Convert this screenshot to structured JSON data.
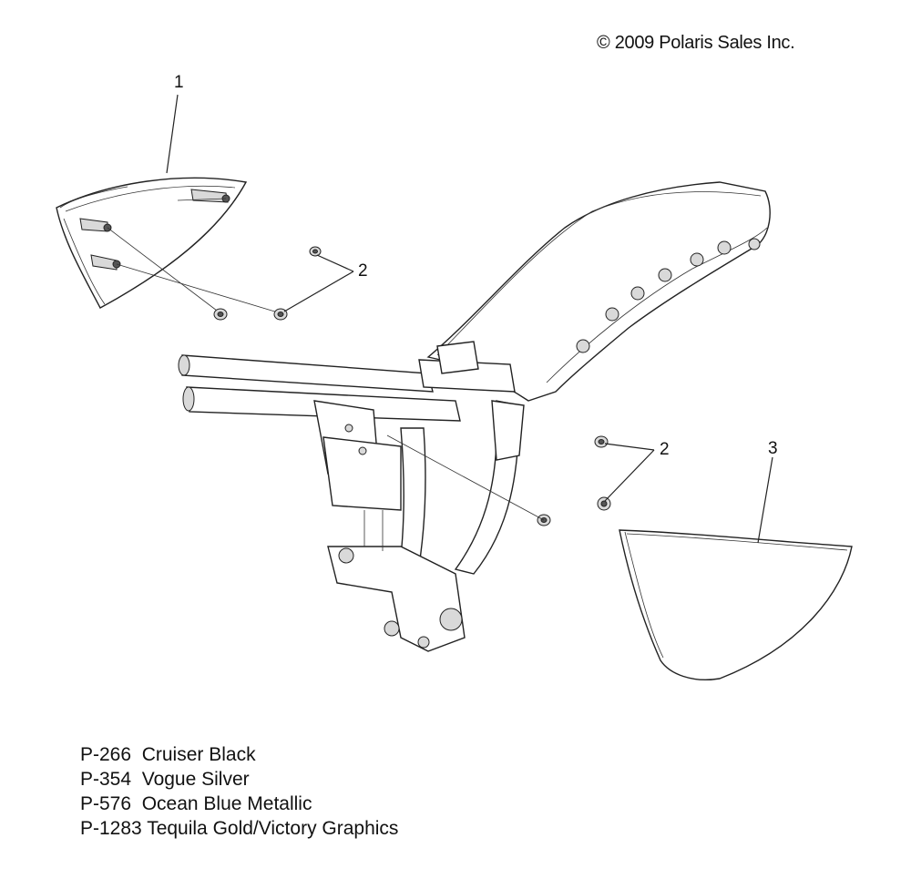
{
  "copyright": "© 2009 Polaris Sales Inc.",
  "callouts": {
    "part1": "1",
    "part2_upper": "2",
    "part2_lower": "2",
    "part3": "3"
  },
  "paint_codes": [
    {
      "code": "P-266",
      "name": "Cruiser Black"
    },
    {
      "code": "P-354",
      "name": "Vogue Silver"
    },
    {
      "code": "P-576",
      "name": "Ocean Blue Metallic"
    },
    {
      "code": "P-1283",
      "name": "Tequila Gold/Victory Graphics"
    }
  ]
}
